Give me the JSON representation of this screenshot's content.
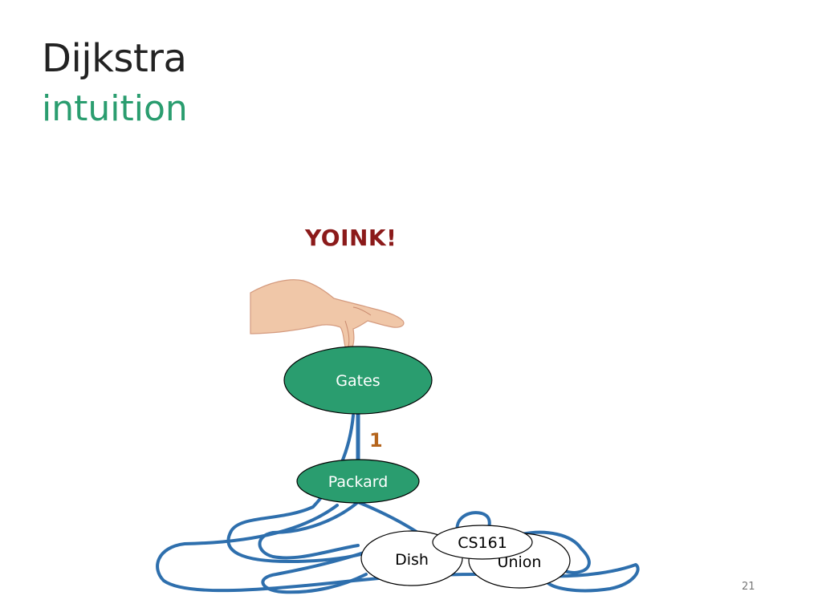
{
  "slide": {
    "title": "Dijkstra",
    "subtitle": "intuition",
    "exclamation": "YOINK!",
    "slide_number": "21"
  },
  "colors": {
    "title": "#222222",
    "subtitle": "#2a9d6f",
    "exclamation": "#8b1a1a",
    "node_fill": "#2a9d6f",
    "edge": "#2e6fad",
    "edge_weight": "#b5651d",
    "slide_number": "#777777"
  },
  "icons": {
    "hand": "hand-pinching-icon"
  },
  "diagram": {
    "nodes": [
      {
        "id": "gates",
        "label": "Gates",
        "state": "visited"
      },
      {
        "id": "packard",
        "label": "Packard",
        "state": "visited"
      },
      {
        "id": "dish",
        "label": "Dish",
        "state": "unvisited"
      },
      {
        "id": "union",
        "label": "Union",
        "state": "unvisited"
      },
      {
        "id": "cs161",
        "label": "CS161",
        "state": "unvisited"
      }
    ],
    "edges": [
      {
        "from": "gates",
        "to": "packard",
        "weight": "1"
      }
    ]
  }
}
